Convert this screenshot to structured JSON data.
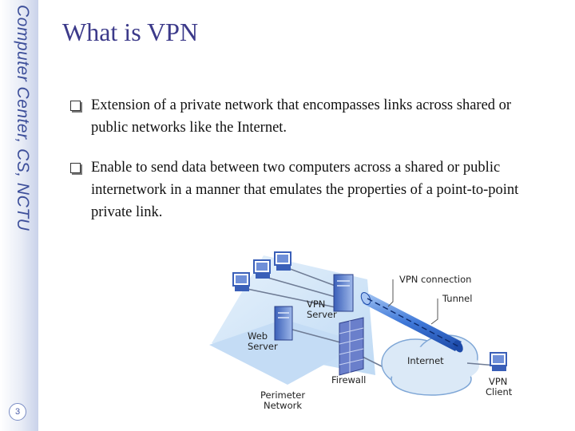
{
  "sidebar": {
    "vertical_title": "Computer Center, CS, NCTU",
    "page_number": "3"
  },
  "slide": {
    "title": "What is VPN",
    "bullets": [
      "Extension of a private network that encompasses links across shared or public networks like the Internet.",
      "Enable to send data between two computers across a shared or public internetwork in a manner that emulates the properties of a point-to-point private link."
    ]
  },
  "diagram": {
    "labels": {
      "vpn_connection": "VPN connection",
      "tunnel": "Tunnel",
      "vpn_server_1": "VPN",
      "vpn_server_2": "Server",
      "web_server_1": "Web",
      "web_server_2": "Server",
      "firewall": "Firewall",
      "internet": "Internet",
      "vpn_client_1": "VPN",
      "vpn_client_2": "Client",
      "perimeter_1": "Perimeter",
      "perimeter_2": "Network"
    },
    "colors": {
      "network_fill": "#c9e1f7",
      "tunnel": "#3a6fd0",
      "firewall": "#6a7fcb",
      "cloud": "#dbe9f7"
    }
  }
}
